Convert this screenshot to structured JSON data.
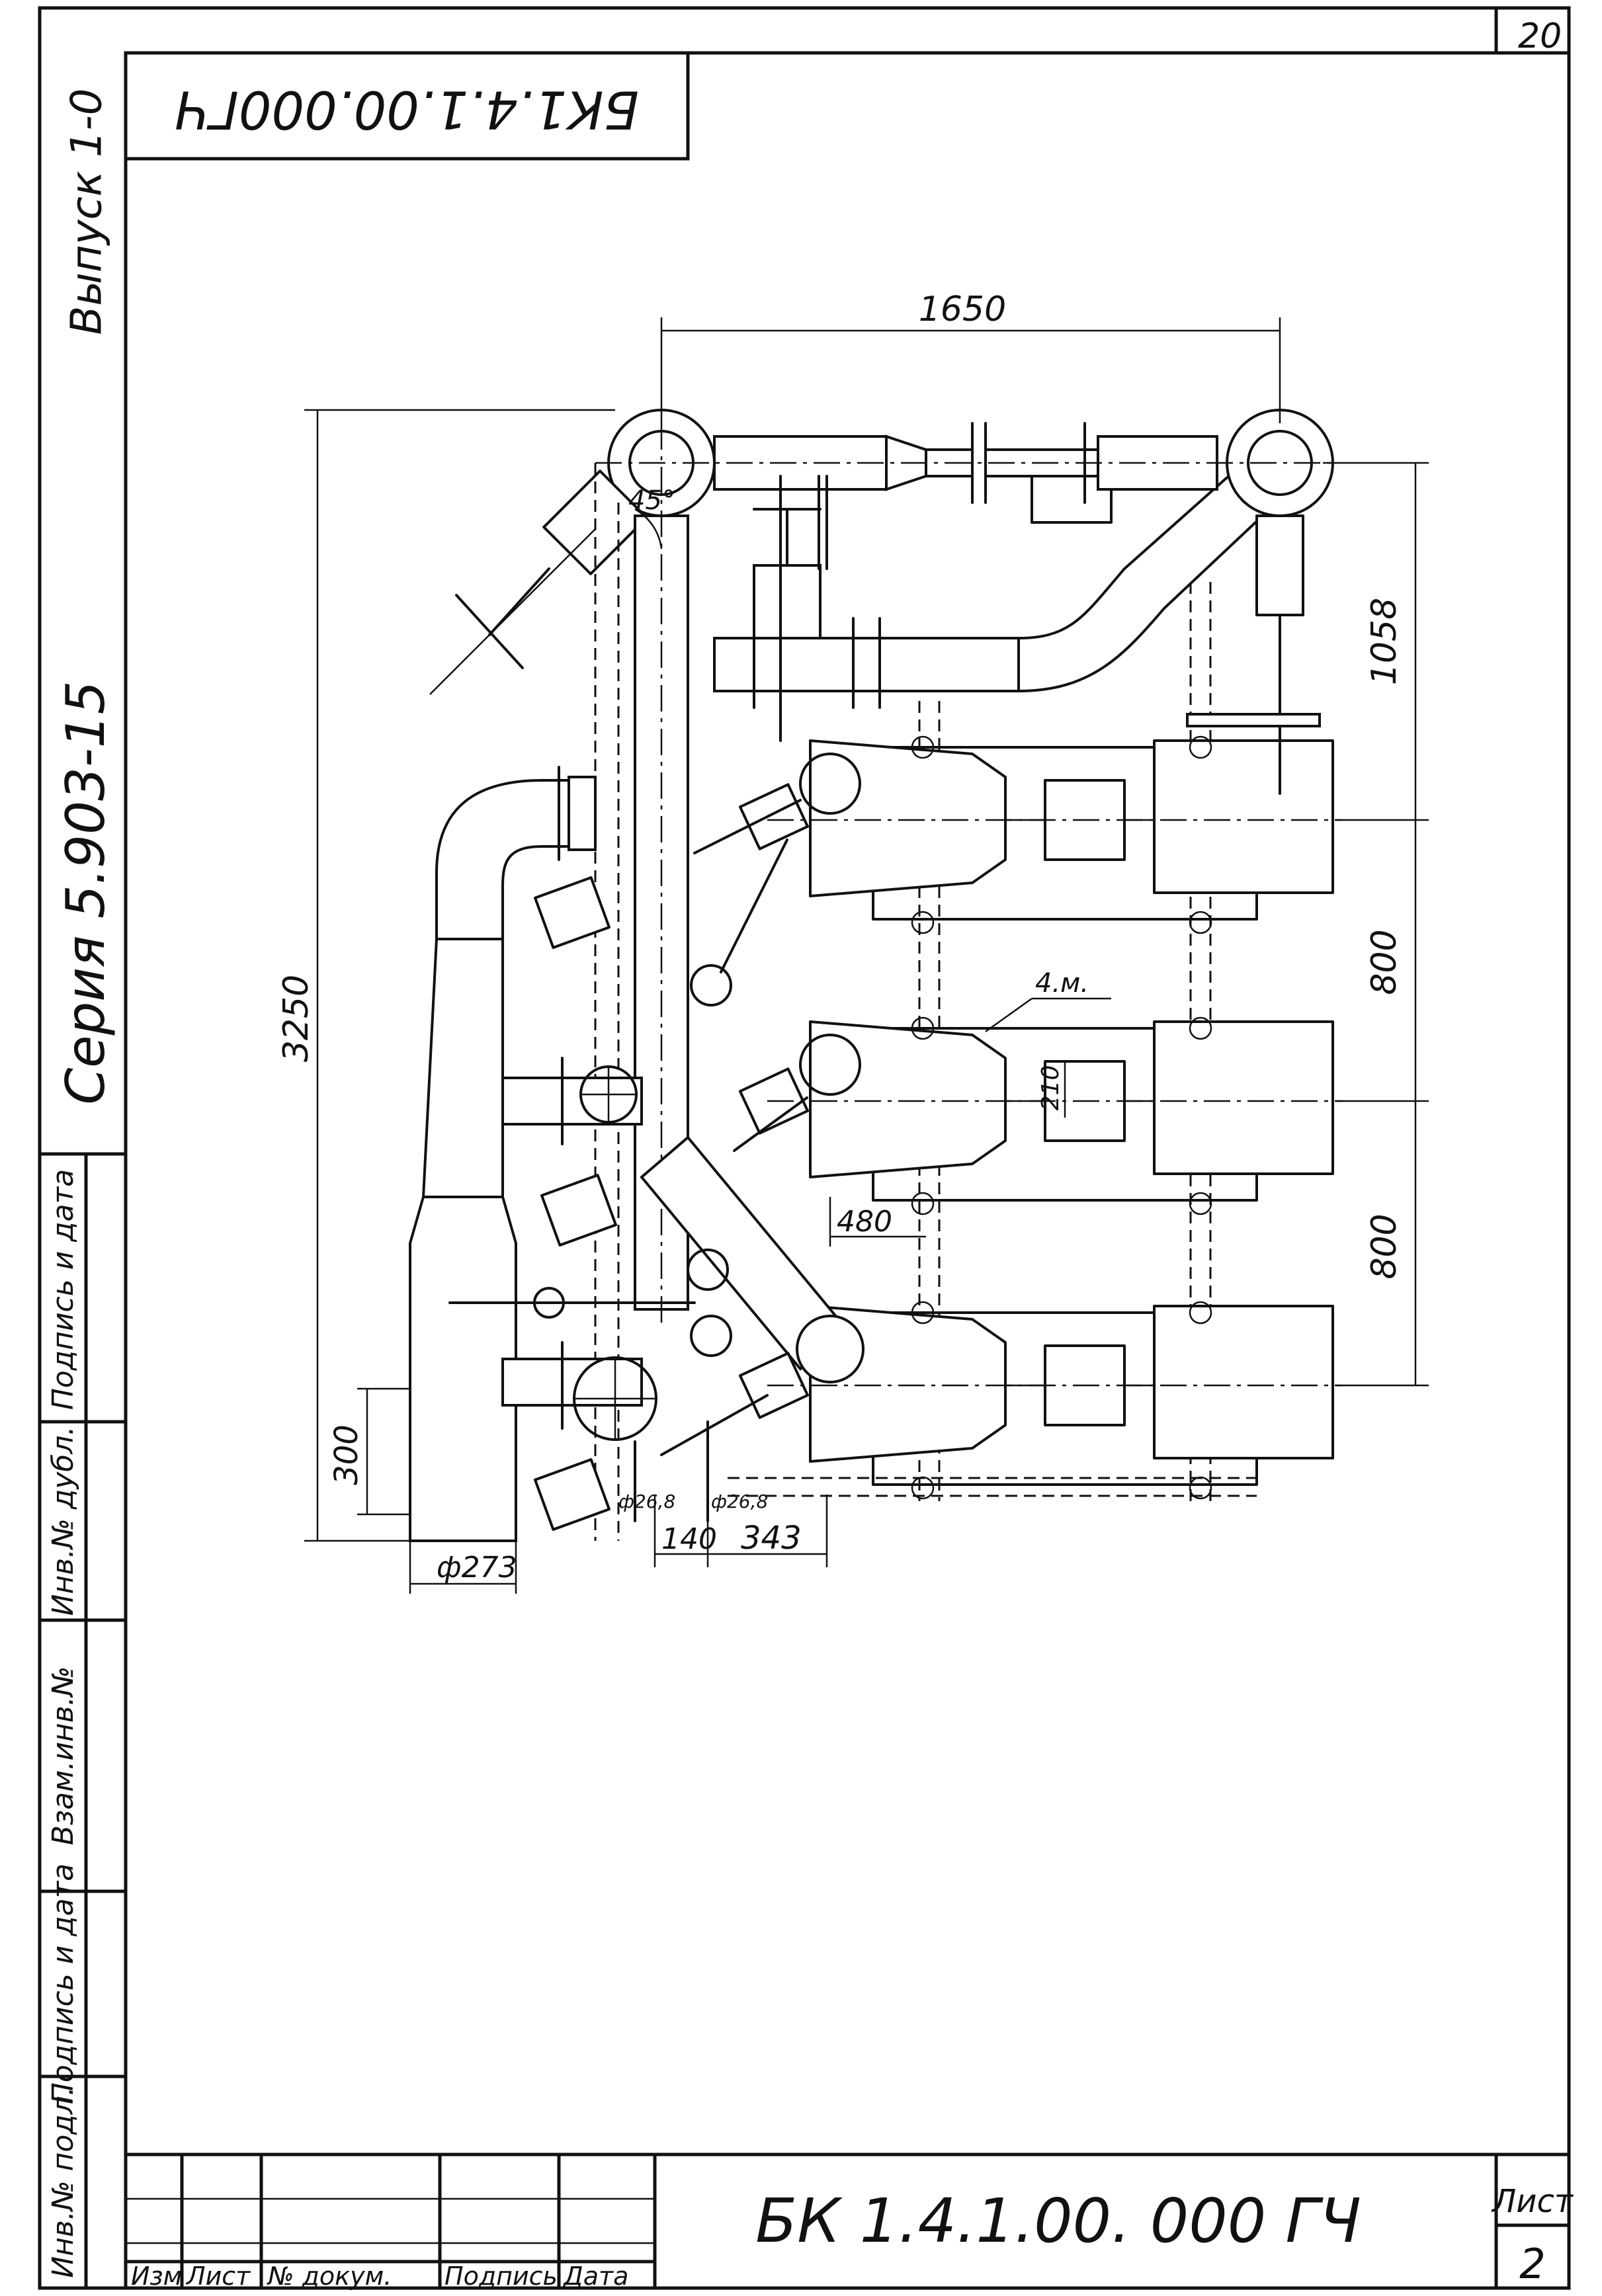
{
  "sheet_number_top": "20",
  "side": {
    "issue": "Выпуск 1-0",
    "series": "Серия 5.903-15"
  },
  "stamp_code_rotated": "БК1.4.1.00.000ГЧ",
  "left_strip_labels": [
    "Подпись и дата",
    "Инв.№ дубл.",
    "Взам.инв.№",
    "Подпись и дата",
    "Инв.№ подл."
  ],
  "title_block": {
    "code": "БК 1.4.1.00. 000 ГЧ",
    "col_izm": "Изм",
    "col_list": "Лист",
    "col_doc": "№ докум.",
    "col_sign": "Подпись",
    "col_date": "Дата",
    "sheet_label": "Лист",
    "sheet_value": "2"
  },
  "dimensions": {
    "d1650": "1650",
    "d1058": "1058",
    "d800a": "800",
    "d800b": "800",
    "d3250": "3250",
    "d300": "300",
    "d273": "ф273",
    "d140": "140",
    "d343": "343",
    "d480": "480",
    "d210": "210",
    "ang45": "45°",
    "d268a": "ф26,8",
    "d268b": "ф26,8",
    "callout": "4.м."
  }
}
